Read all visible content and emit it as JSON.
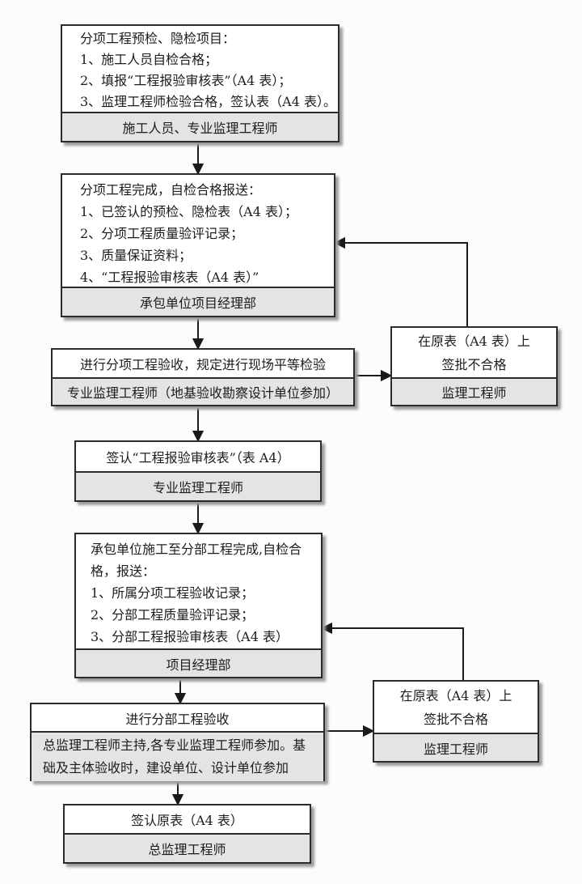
{
  "colors": {
    "background": "#fcfcfc",
    "box_bg": "#ffffff",
    "footer_bg": "#e4e4e4",
    "border": "#2b2b2b",
    "connector_line": "#1a1a1a",
    "shadow": "#9c9c9c"
  },
  "boxes": {
    "step1": {
      "lines": [
        "分项工程预检、隐检项目：",
        "1、施工人员自检合格；",
        "2、填报“工程报验审核表”（A4 表）；",
        "3、监理工程师检验合格，签认表（A4 表）。"
      ],
      "footer": "施工人员、专业监理工程师"
    },
    "step2": {
      "lines": [
        "分项工程完成，自检合格报送：",
        "1、已签认的预检、隐检表（A4 表）；",
        "2、分项工程质量验评记录；",
        "3、质量保证资料；",
        "4、“工程报验审核表（A4 表）”"
      ],
      "footer": "承包单位项目经理部"
    },
    "step3": {
      "title": "进行分项工程验收，规定进行现场平等检验",
      "footer": "专业监理工程师（地基验收勘察设计单位参加）"
    },
    "reject1": {
      "lines": [
        "在原表（A4 表）上",
        "签批不合格"
      ],
      "footer": "监理工程师"
    },
    "step4": {
      "title": "签认“工程报验审核表”（表 A4）",
      "footer": "专业监理工程师"
    },
    "step5": {
      "lines": [
        "承包单位施工至分部工程完成,自检合",
        "格，报送：",
        "1、所属分项工程验收记录；",
        "2、分部工程质量验评记录；",
        "3、分部工程报验审核表（A4 表）"
      ],
      "footer": "项目经理部"
    },
    "reject2": {
      "lines": [
        "在原表（A4 表）上",
        "签批不合格"
      ],
      "footer": "监理工程师"
    },
    "step6": {
      "title": "进行分部工程验收",
      "footer_lines": [
        "总监理工程师主持,各专业监理工程师参加。基",
        "础及主体验收时，建设单位、设计单位参加"
      ]
    },
    "step7": {
      "title": "签认原表（A4 表）",
      "footer": "总监理工程师"
    }
  }
}
